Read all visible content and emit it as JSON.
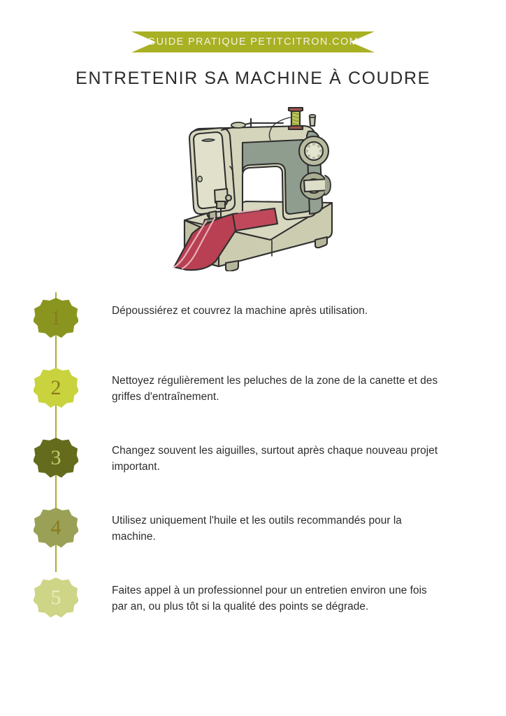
{
  "banner": {
    "label": "GUIDE PRATIQUE PETITCITRON.COM",
    "color": "#a8b023",
    "text_color": "#f4f3e4"
  },
  "title": "ENTRETENIR SA MACHINE À COUDRE",
  "illustration": {
    "name": "sewing-machine-illustration",
    "description": "Sewing machine with thread spool and red fabric"
  },
  "steps": [
    {
      "number": "1",
      "badge_color": "#8a9520",
      "number_color": "#6d6410",
      "text": "Dépoussiérez et couvrez la machine après utilisation."
    },
    {
      "number": "2",
      "badge_color": "#c8d33d",
      "number_color": "#8a7b1c",
      "text": "Nettoyez régulièrement les peluches de la zone de la canette et des griffes d'entraînement."
    },
    {
      "number": "3",
      "badge_color": "#646b1c",
      "number_color": "#c3cc6a",
      "text": "Changez souvent les aiguilles, surtout après chaque nouveau projet important."
    },
    {
      "number": "4",
      "badge_color": "#9aa055",
      "number_color": "#7a6a18",
      "text": "Utilisez uniquement l'huile et les outils recommandés pour la machine."
    },
    {
      "number": "5",
      "badge_color": "#ced586",
      "number_color": "#e9edc0",
      "text": "Faites appel à un professionnel pour un entretien environ une fois par an, ou plus tôt si la qualité des points se dégrade."
    }
  ],
  "colors": {
    "connector": "#a9b02a",
    "background": "#ffffff",
    "body_text": "#2c2c2c"
  }
}
